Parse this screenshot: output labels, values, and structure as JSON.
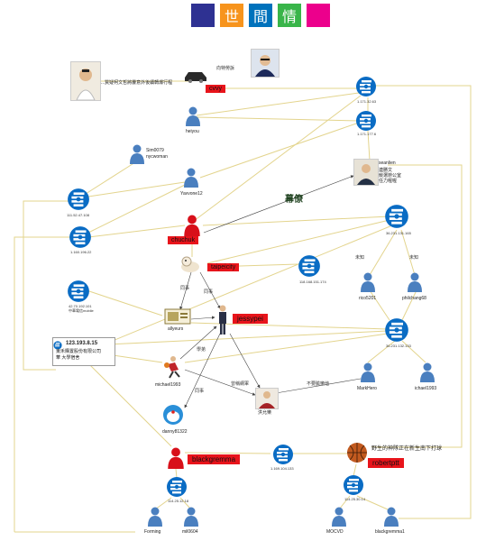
{
  "header": {
    "boxes": [
      {
        "text": "",
        "color": "#2e3192"
      },
      {
        "text": "世",
        "color": "#f7941d"
      },
      {
        "text": "間",
        "color": "#0072bc"
      },
      {
        "text": "情",
        "color": "#39b54a"
      },
      {
        "text": "",
        "color": "#ec008c"
      }
    ]
  },
  "colors": {
    "edge": "#e3d48d",
    "tag": "#e8141b",
    "hub": "#0a6cc4",
    "person": "#4a7fbf",
    "person_red": "#d8101a"
  },
  "nodes": {
    "kvcc_official": "...質疑柯文哲將屢意外後續轉爆行程",
    "cvvy": "cvvy",
    "edge_cvvy_ip": "向特勞訴",
    "ip_top": "1.171.32.63",
    "heiyou": "heiyou",
    "ip_2": "1.171.177.6",
    "seanlien": [
      "seanlien",
      "連勝文",
      "競選辦公室",
      "任力喔喔"
    ],
    "sim": [
      "Sim0079",
      "nycwoman"
    ],
    "yavvone": "Yavvone12",
    "ip_left1": "111.52.47.108",
    "ip_left2": "1.160.196.22",
    "muliao": "幕僚",
    "ip_mid_right": "36.231.131.165",
    "chuchuk": "chuchuk",
    "taipeicity": "taipeicity",
    "ip_center": "118.168.151.174",
    "edge_self_left": "未知",
    "edge_self_right": "未知",
    "rico": "rico5201",
    "philchang": "philchang68",
    "ip_lower_left": [
      "42.70.192.101",
      "中華電信mobile"
    ],
    "edge_tongshi1": "同事",
    "edge_tongshi2": "同事",
    "allyeurs": "allyeurs",
    "jessypei": "jessypei",
    "ip_right_lower": "36.231.132.133",
    "info": [
      "123.193.8.15",
      "東禾購置股份有限公司",
      "華 大學宿舍"
    ],
    "edge_xuedi": "學弟",
    "michael": "michael1993",
    "markhero": "MarkHero",
    "ichael": "ichael1993",
    "edge_tongshi3": "同事",
    "edge_lover": "曾稱網軍",
    "edge_unknown": "不要臉樂他",
    "hong": "洪允樂",
    "danny": "danny81322",
    "blackgremma": "blackgremma",
    "ip_bottom": "1.169.104.133",
    "robertptt": "robertptt",
    "note": "野生的神隊正在新生南下打球",
    "ip_bl": "114.25.12.18",
    "ip_br": "114.25.30.14",
    "forming": "Forming",
    "mil": "mil0604",
    "mocvd": "MOCVD",
    "blackgremma1": "blackgremma1"
  }
}
